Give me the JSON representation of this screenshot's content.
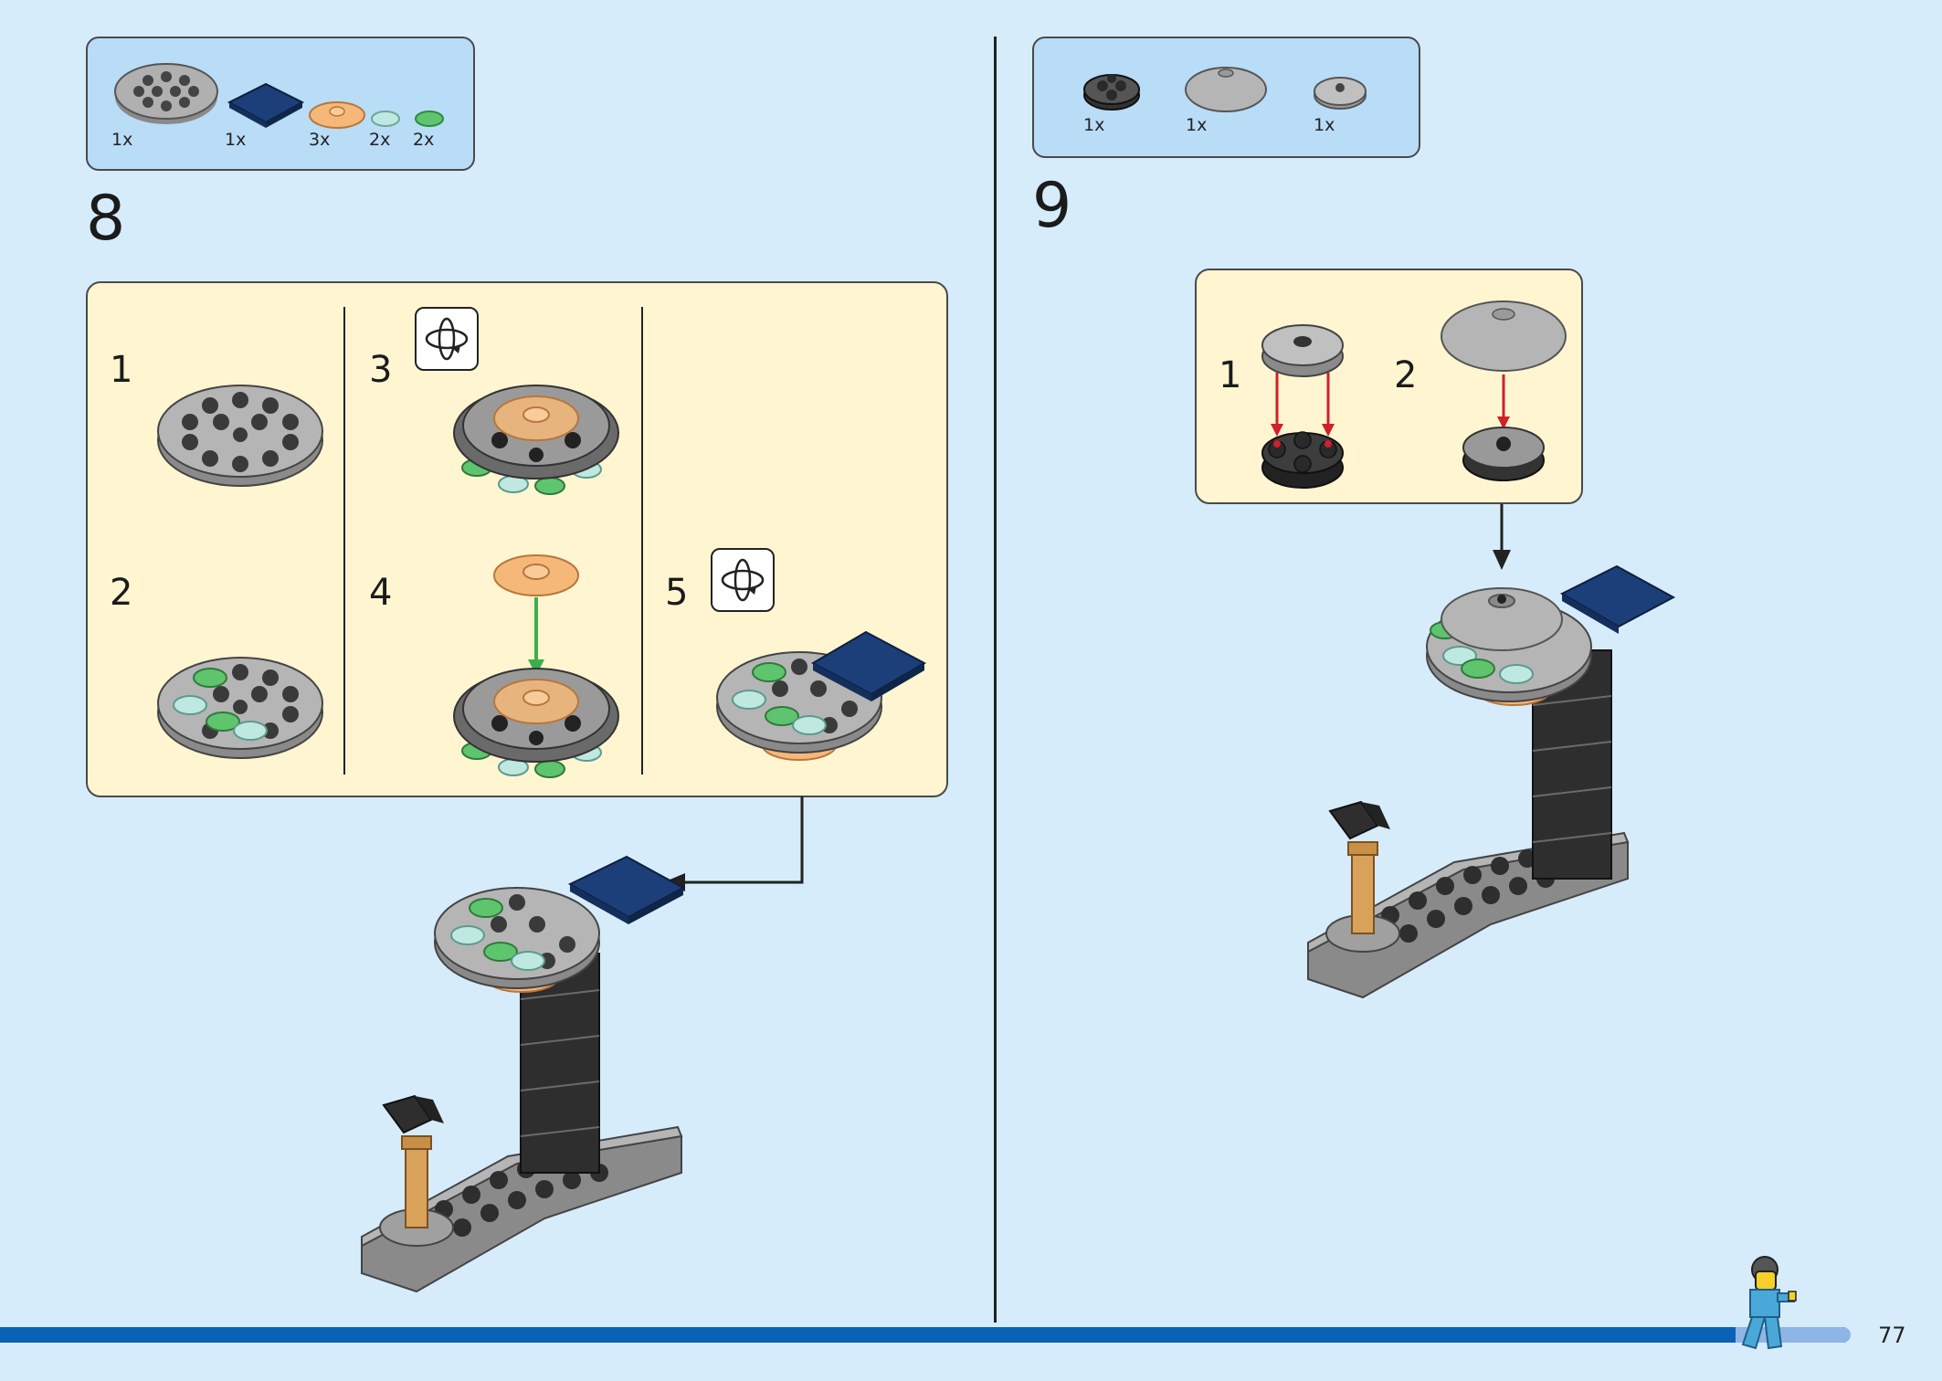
{
  "steps": {
    "step8": {
      "number": "8",
      "parts": [
        {
          "name": "round-plate-4x4",
          "count": "1x",
          "color": "#a7a7a7"
        },
        {
          "name": "tile-2x2",
          "count": "1x",
          "color": "#1c3f7a"
        },
        {
          "name": "trans-orange-dish",
          "count": "3x",
          "color": "#f6b878"
        },
        {
          "name": "trans-light-blue-round-tile",
          "count": "2x",
          "color": "#bfe8e0"
        },
        {
          "name": "trans-green-round-tile",
          "count": "2x",
          "color": "#5ec56e"
        }
      ],
      "substeps": [
        "1",
        "2",
        "3",
        "4",
        "5"
      ]
    },
    "step9": {
      "number": "9",
      "parts": [
        {
          "name": "dark-gray-round-plate-2x2",
          "count": "1x",
          "color": "#4a4a4a"
        },
        {
          "name": "gray-dish-4x4",
          "count": "1x",
          "color": "#b5b5b5"
        },
        {
          "name": "gray-round-tile-2x2",
          "count": "1x",
          "color": "#b5b5b5"
        }
      ],
      "substeps": [
        "1",
        "2"
      ]
    }
  },
  "page_number": "77",
  "colors": {
    "background": "#d6ecfb",
    "parts_box": "#b9dcf7",
    "sub_panel": "#fff5d1",
    "footer_blue": "#0a63b5",
    "dark_blue_tile": "#1c3f7a",
    "trans_green": "#5ec56e",
    "trans_light_blue": "#bfe8e0",
    "trans_orange": "#f6b878",
    "arrow_green": "#3fae4a",
    "arrow_red": "#d0202a"
  }
}
